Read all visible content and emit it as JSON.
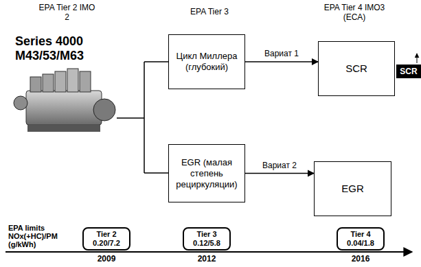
{
  "diagram": {
    "nodes": [
      {
        "text": [
          "Цикл Миллера (глубокий)"
        ]
      },
      {
        "text": [
          "SCR"
        ]
      },
      {
        "text": [
          "SCR"
        ]
      },
      {
        "text": [
          "EGR (малая степень рециркуляции)"
        ]
      },
      {
        "text": [
          "EGR"
        ]
      },
      {
        "text": [
          "Tier 2",
          "0.20/7.2"
        ]
      },
      {
        "text": [
          "Tier 3",
          "0.12/5.8"
        ]
      },
      {
        "text": [
          "Tier 4",
          "0.04/1.8"
        ]
      }
    ],
    "edges": [
      {
        "from": 0,
        "to": 1,
        "arrow": "to",
        "label": "Вариат 1"
      },
      {
        "from": 3,
        "to": 4,
        "arrow": "to",
        "label": "Вариат 2"
      }
    ],
    "labels": [
      "EPA Tier 2 IMO 2",
      "EPA Tier 3",
      "EPA Tier 4 IMO3 (ECA)",
      "Series 4000 M43/53/M63",
      "EPA limits NOx(+HC)/PM (g/kWh)",
      "2009",
      "2012",
      "2016"
    ]
  }
}
